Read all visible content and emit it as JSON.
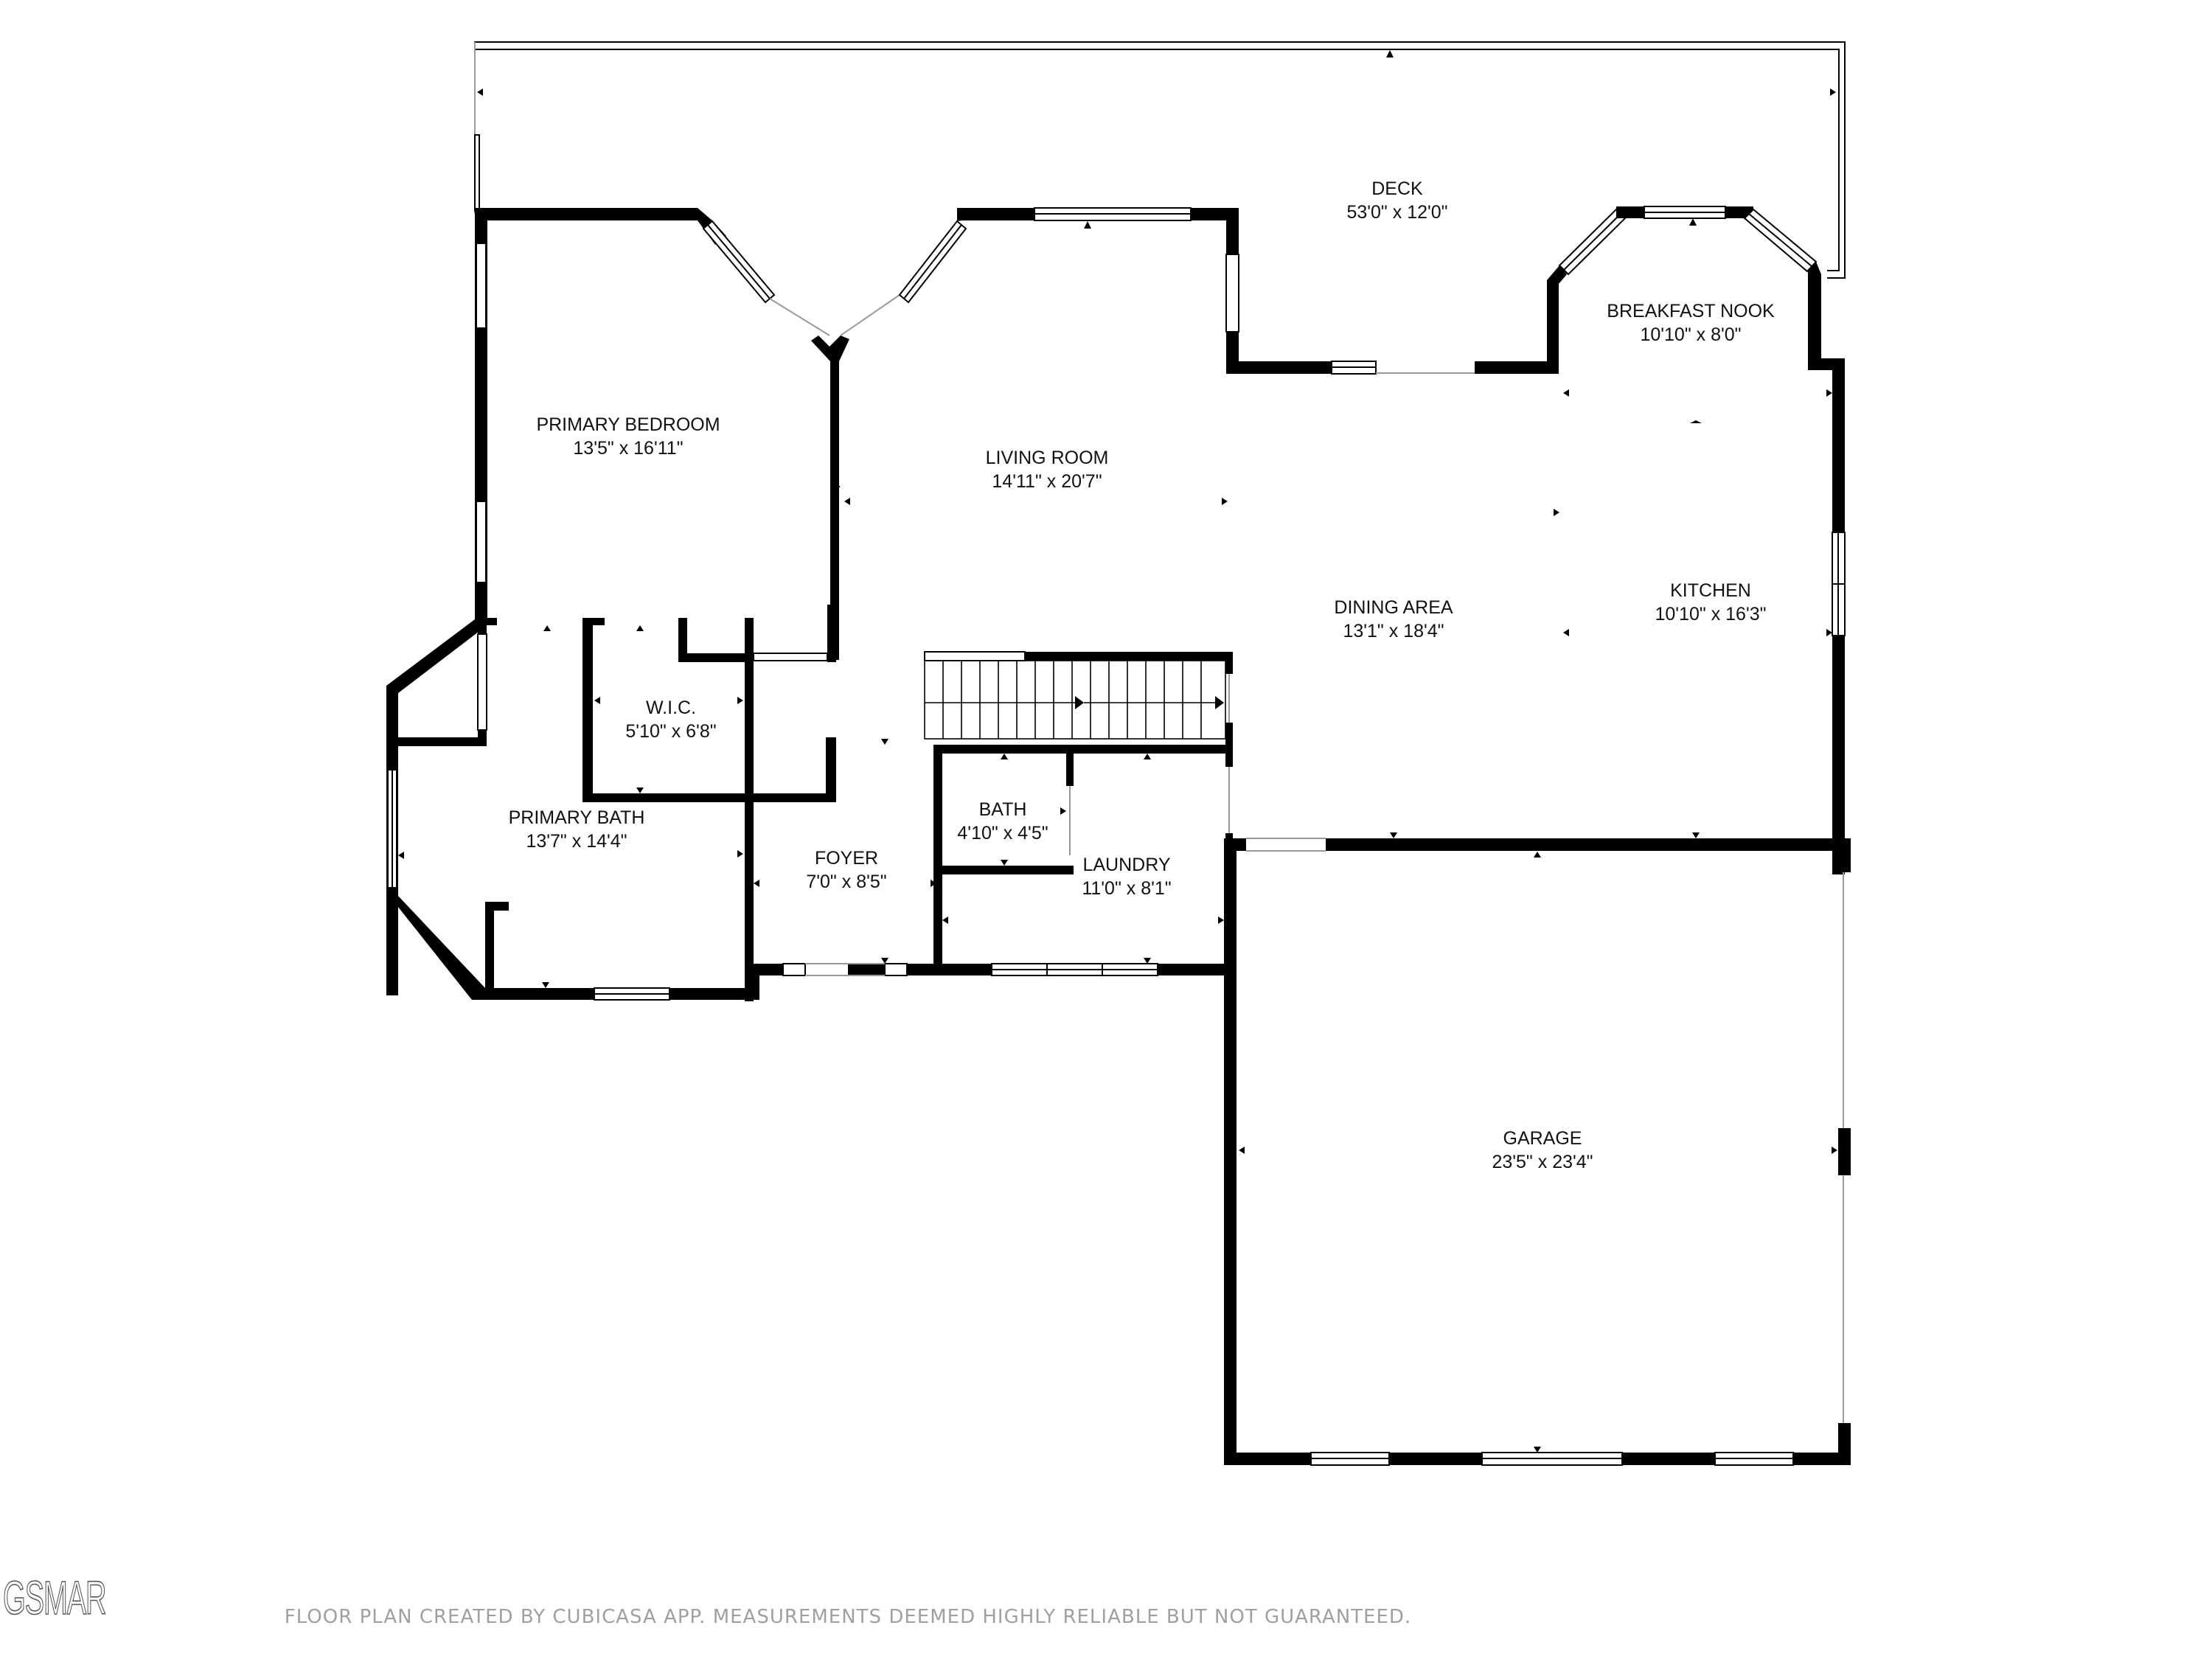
{
  "plan": {
    "title": "Floor Plan",
    "rooms": [
      {
        "id": "deck",
        "name": "DECK",
        "dims": "53'0\" x 12'0\""
      },
      {
        "id": "primary_bedroom",
        "name": "PRIMARY BEDROOM",
        "dims": "13'5\" x 16'11\""
      },
      {
        "id": "living_room",
        "name": "LIVING ROOM",
        "dims": "14'11\" x 20'7\""
      },
      {
        "id": "breakfast_nook",
        "name": "BREAKFAST NOOK",
        "dims": "10'10\" x 8'0\""
      },
      {
        "id": "dining_area",
        "name": "DINING AREA",
        "dims": "13'1\" x 18'4\""
      },
      {
        "id": "kitchen",
        "name": "KITCHEN",
        "dims": "10'10\" x 16'3\""
      },
      {
        "id": "wic",
        "name": "W.I.C.",
        "dims": "5'10\" x 6'8\""
      },
      {
        "id": "primary_bath",
        "name": "PRIMARY BATH",
        "dims": "13'7\" x 14'4\""
      },
      {
        "id": "bath",
        "name": "BATH",
        "dims": "4'10\" x 4'5\""
      },
      {
        "id": "foyer",
        "name": "FOYER",
        "dims": "7'0\" x 8'5\""
      },
      {
        "id": "laundry",
        "name": "LAUNDRY",
        "dims": "11'0\" x 8'1\""
      },
      {
        "id": "garage",
        "name": "GARAGE",
        "dims": "23'5\" x 23'4\""
      }
    ]
  },
  "footer": {
    "disclaimer": "FLOOR PLAN CREATED BY CUBICASA APP. MEASUREMENTS DEEMED HIGHLY RELIABLE BUT NOT GUARANTEED.",
    "logo": "GSMAR"
  },
  "colors": {
    "wall": "#000000",
    "background": "#ffffff",
    "disclaimer_text": "#a0a0a0"
  }
}
